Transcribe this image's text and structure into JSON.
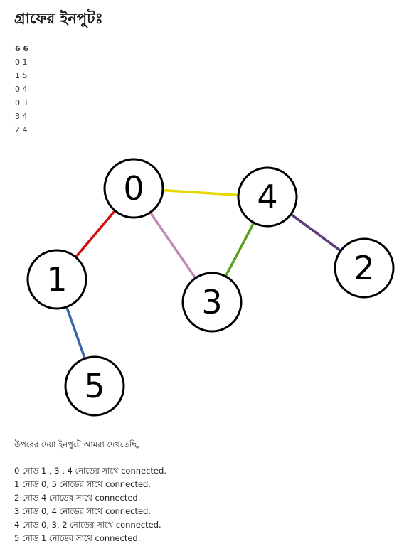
{
  "heading": "গ্রাফের ইনপুটঃ",
  "input_lines": [
    "6 6",
    "0 1",
    "1 5",
    "0 4",
    "0 3",
    "3 4",
    "2 4"
  ],
  "graph": {
    "nodes": [
      {
        "id": "0",
        "label": "0"
      },
      {
        "id": "1",
        "label": "1"
      },
      {
        "id": "2",
        "label": "2"
      },
      {
        "id": "3",
        "label": "3"
      },
      {
        "id": "4",
        "label": "4"
      },
      {
        "id": "5",
        "label": "5"
      }
    ],
    "edges": [
      {
        "from": "0",
        "to": "4",
        "color": "#e8d800"
      },
      {
        "from": "0",
        "to": "1",
        "color": "#cc1111"
      },
      {
        "from": "0",
        "to": "3",
        "color": "#c08ab8"
      },
      {
        "from": "4",
        "to": "3",
        "color": "#5aa01e"
      },
      {
        "from": "4",
        "to": "2",
        "color": "#5a3a78"
      },
      {
        "from": "1",
        "to": "5",
        "color": "#3a66aa"
      }
    ]
  },
  "intro_text": "উপরের দেয়া ইনপুটে আমরা দেখতেছি,",
  "adjacency_lines": [
    "0 নোড 1 , 3 , 4 নোডের সাথে connected.",
    "1 নোড 0, 5 নোডের সাথে connected.",
    "2 নোড 4 নোডের সাথে connected.",
    "3 নোড 0, 4 নোডের সাথে connected.",
    "4 নোড 0, 3, 2 নোডের সাথে connected.",
    "5 নোড 1 নোডের সাথে connected."
  ]
}
